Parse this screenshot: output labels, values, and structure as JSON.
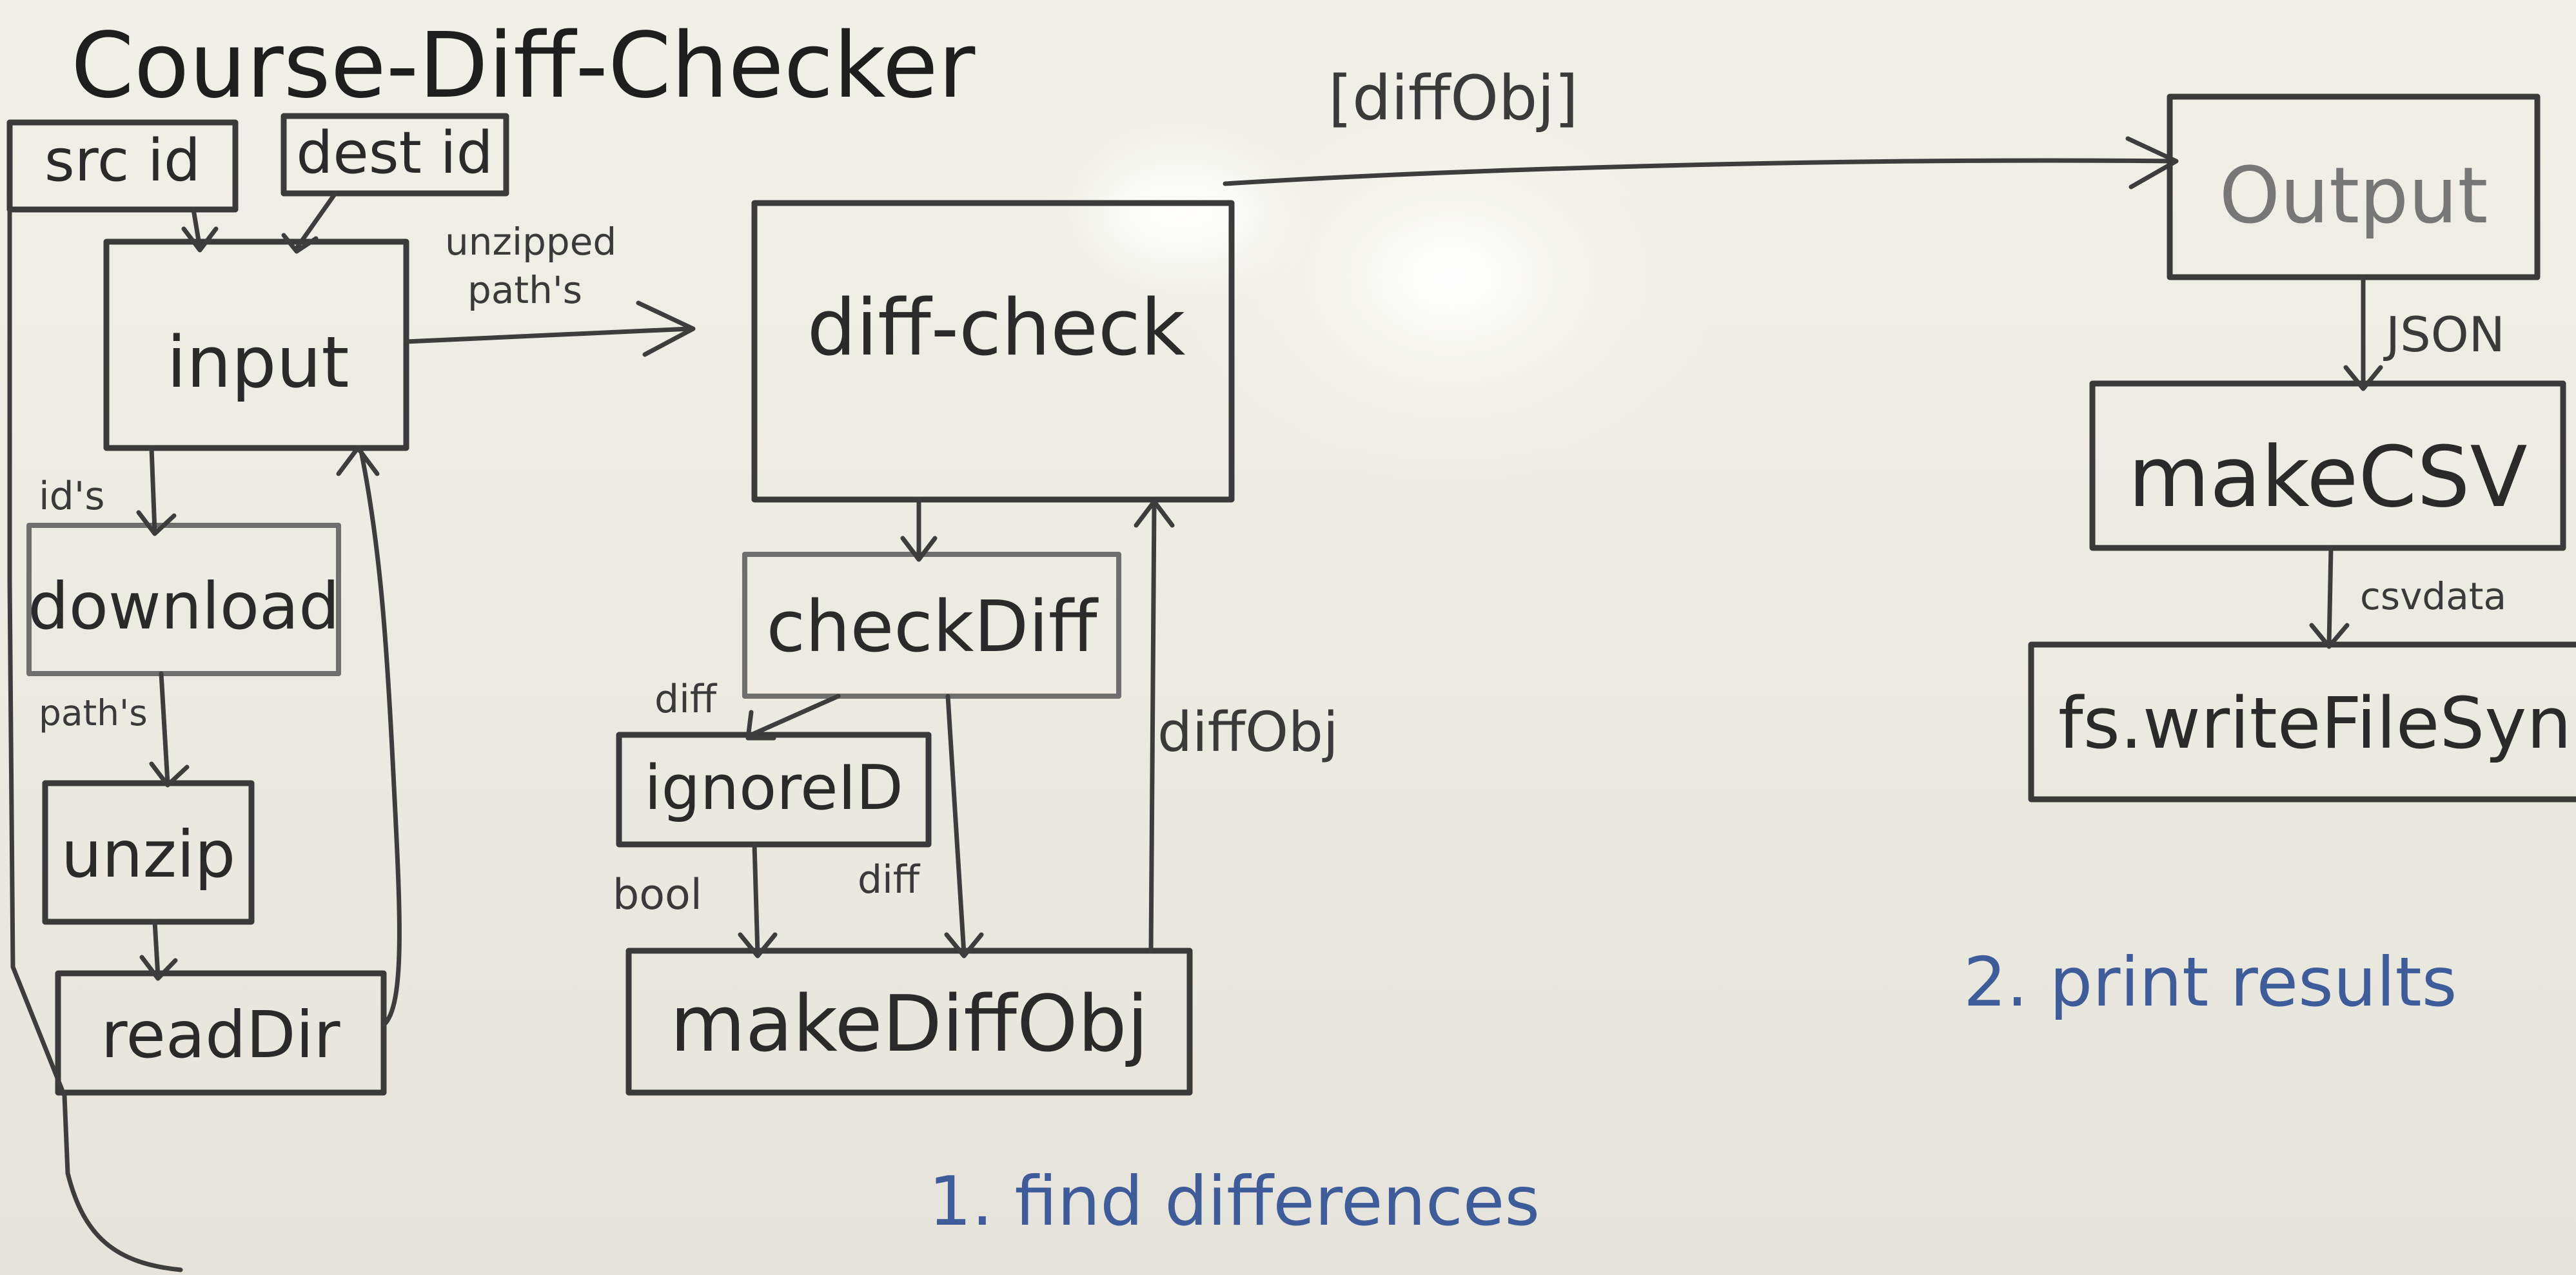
{
  "title": "Course-Diff-Checker",
  "colors": {
    "ink": "#3a3a3a",
    "faded_ink": "#777777",
    "blue_ink": "#3e5b9a",
    "board": "#efeee6"
  },
  "nodes": {
    "src_id": "src id",
    "dest_id": "dest id",
    "input": "input",
    "download": "download",
    "unzip": "unzip",
    "readDir": "readDir",
    "diff_check": "diff-check",
    "checkDiff": "checkDiff",
    "ignoreID": "ignoreID",
    "makeDiffObj": "makeDiffObj",
    "output": "Output",
    "makeCSV": "makeCSV",
    "writeFile": "fs.writeFileSyn"
  },
  "edge_labels": {
    "unzipped_paths_line1": "unzipped",
    "unzipped_paths_line2": "path's",
    "ids": "id's",
    "paths": "path's",
    "diff_to_ignore": "diff",
    "bool": "bool",
    "diff_to_make": "diff",
    "diffObj": "diffObj",
    "diffObj_array": "[diffObj]",
    "json": "JSON",
    "csvdata": "csvdata"
  },
  "steps": {
    "find": "1. find differences",
    "print": "2. print results"
  }
}
